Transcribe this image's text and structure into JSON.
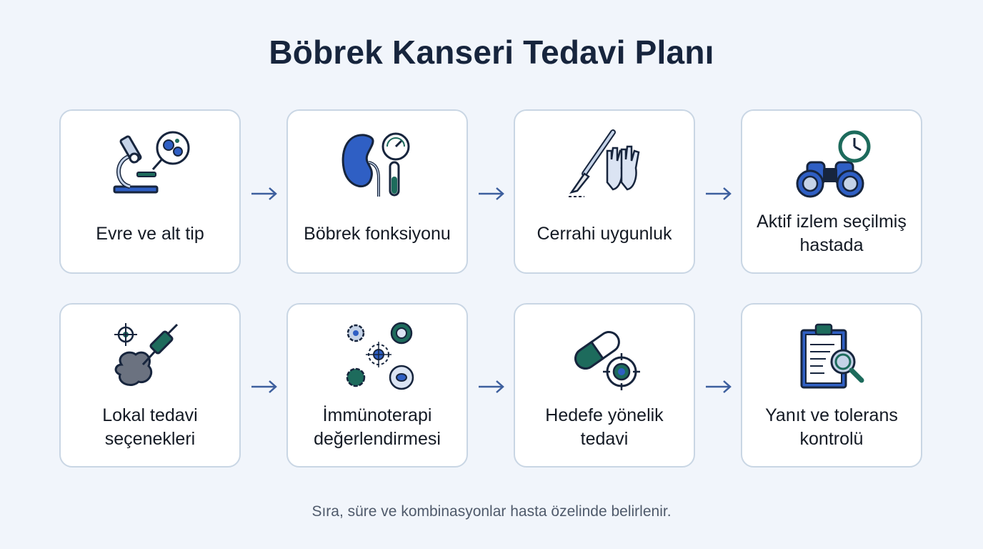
{
  "title": "Böbrek Kanseri Tedavi Planı",
  "steps": [
    {
      "label": "Evre ve alt tip",
      "icon": "microscope-icon"
    },
    {
      "label": "Böbrek fonksiyonu",
      "icon": "kidney-gauge-icon"
    },
    {
      "label": "Cerrahi uygunluk",
      "icon": "scalpel-gloves-icon"
    },
    {
      "label": "Aktif izlem seçilmiş hastada",
      "icon": "binoculars-clock-icon"
    },
    {
      "label": "Lokal tedavi seçenekleri",
      "icon": "ablation-probe-icon"
    },
    {
      "label": "İmmünoterapi değerlendirmesi",
      "icon": "immune-cells-icon"
    },
    {
      "label": "Hedefe yönelik tedavi",
      "icon": "capsule-target-icon"
    },
    {
      "label": "Yanıt ve tolerans kontrolü",
      "icon": "clipboard-magnifier-icon"
    }
  ],
  "footnote": "Sıra, süre ve kombinasyonlar hasta özelinde belirlenir.",
  "colors": {
    "navy": "#17253d",
    "blue": "#2f5fc4",
    "teal": "#1d6b5c",
    "gray": "#6b7280",
    "card_border": "#c9d6e4",
    "arrow": "#3d5f9e"
  }
}
